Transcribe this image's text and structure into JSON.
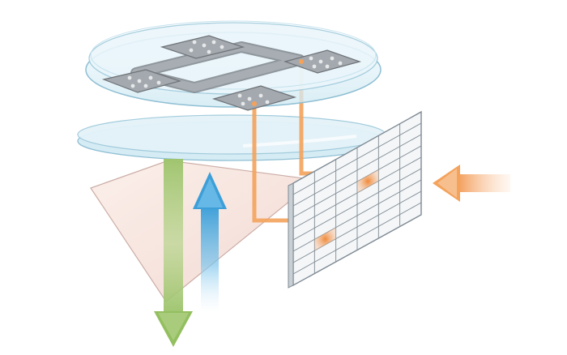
{
  "diagram": {
    "description_free": true,
    "colors": {
      "dish_glass": "#cfe9f2",
      "dish_edge": "#8fbfd3",
      "chip_metal": "#9aa0a6",
      "chip_edge": "#6e7378",
      "pad_dot": "#e6e8ea",
      "pad_active": "#f5a25a",
      "coverslip": "#b9dcec",
      "prism_fill": "#f7e3de",
      "prism_edge": "#c9a9a2",
      "green_beam": "#9cc36a",
      "blue_beam": "#4aa8dc",
      "orange_path": "#f3a35c",
      "grid_fill": "#f4f6f8",
      "grid_line": "#7e8a93",
      "incoming_arrow": "#f5b27a"
    },
    "grid": {
      "rows": 9,
      "cols": 6,
      "highlighted_cells": [
        [
          3,
          3
        ],
        [
          6,
          1
        ]
      ]
    },
    "parts": [
      "petri-dish",
      "electrode-chip",
      "glass-coverslip",
      "reflecting-prism",
      "green-output-beam",
      "blue-input-beam",
      "detector-grid",
      "incoming-light-arrow"
    ]
  }
}
